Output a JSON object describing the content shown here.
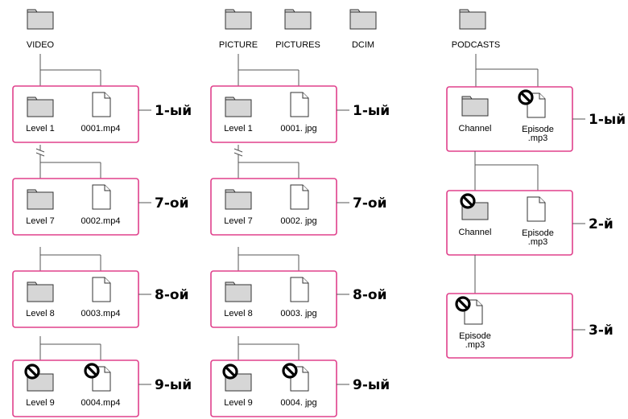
{
  "video": {
    "root": "VIDEO",
    "rows": [
      {
        "folder": "Level 1",
        "file": "0001.mp4",
        "level": "1-ый",
        "blocked": false
      },
      {
        "folder": "Level 7",
        "file": "0002.mp4",
        "level": "7-ой",
        "blocked": false
      },
      {
        "folder": "Level 8",
        "file": "0003.mp4",
        "level": "8-ой",
        "blocked": false
      },
      {
        "folder": "Level 9",
        "file": "0004.mp4",
        "level": "9-ый",
        "blocked": true
      }
    ]
  },
  "pictures": {
    "roots": [
      "PICTURE",
      "PICTURES",
      "DCIM"
    ],
    "rows": [
      {
        "folder": "Level 1",
        "file": "0001. jpg",
        "level": "1-ый",
        "blocked": false
      },
      {
        "folder": "Level 7",
        "file": "0002. jpg",
        "level": "7-ой",
        "blocked": false
      },
      {
        "folder": "Level 8",
        "file": "0003. jpg",
        "level": "8-ой",
        "blocked": false
      },
      {
        "folder": "Level 9",
        "file": "0004. jpg",
        "level": "9-ый",
        "blocked": true
      }
    ]
  },
  "podcasts": {
    "root": "PODCASTS",
    "rows": [
      {
        "folder": "Channel",
        "file": [
          "Episode",
          ".mp3"
        ],
        "level": "1-ый",
        "folder_blocked": false,
        "file_blocked": true
      },
      {
        "folder": "Channel",
        "file": [
          "Episode",
          ".mp3"
        ],
        "level": "2-й",
        "folder_blocked": true,
        "file_blocked": false
      },
      {
        "folder": null,
        "file": [
          "Episode",
          ".mp3"
        ],
        "level": "3-й",
        "folder_blocked": false,
        "file_blocked": true
      }
    ]
  }
}
